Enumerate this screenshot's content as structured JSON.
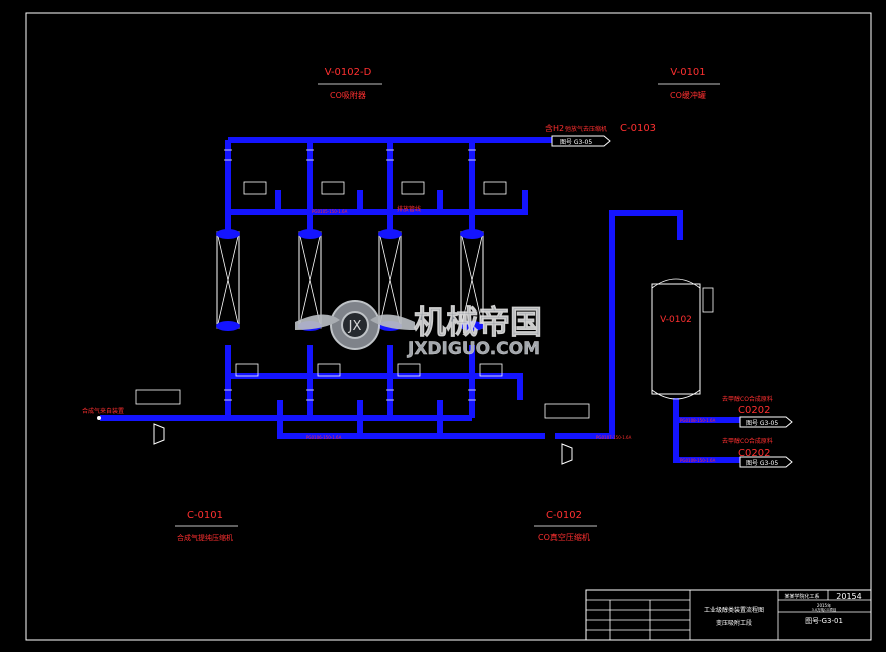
{
  "equipment_tags": {
    "v0102": {
      "tag": "V-0102-D",
      "desc": "CO吸附器"
    },
    "v0101": {
      "tag": "V-0101",
      "desc": "CO缓冲罐"
    },
    "c0101": {
      "tag": "C-0101",
      "desc": "合成气提纯压缩机"
    },
    "c0102": {
      "tag": "C-0102",
      "desc": "CO真空压缩机"
    },
    "vessel": {
      "tag": "V-0102"
    }
  },
  "streams": {
    "top_outlet_label": "含H2",
    "top_outlet_desc": "弛放气去压缩机",
    "top_outlet_to": "C-0103",
    "top_outlet_ref": "图号 G3-05",
    "feed_label": "合成气来自装置",
    "co_out1_label": "去甲醇CO合成原料",
    "co_out1_to": "C0202",
    "co_out1_ref": "图号 G3-05",
    "co_out2_label": "去甲醇CO合成原料",
    "co_out2_to": "C0202",
    "co_out2_ref": "图号 G3-05",
    "mid_label": "排放管线"
  },
  "line_labels": {
    "l1": "PG0105-150-1.6A",
    "l2": "PG0106-150-1.6A",
    "l3": "PG0107-150-1.6A",
    "l4": "PG0108-150-1.6A",
    "l5": "PG0109-150-1.6A"
  },
  "watermark": {
    "text_cn": "机械帝国",
    "text_en": "JXDIGUO.COM"
  },
  "title_block": {
    "number": "20154",
    "title_line1": "工业级醇类装置流程图",
    "title_line2": "变压吸附工段",
    "drawing_no": "图号-G3-01",
    "school": "某某学院化工系",
    "rev": "2015年",
    "ref_small": "3.0万吨CO项目"
  },
  "colors": {
    "background": "#000000",
    "pipe": "#1414ff",
    "tag": "#ff3030",
    "line": "#ffffff"
  }
}
